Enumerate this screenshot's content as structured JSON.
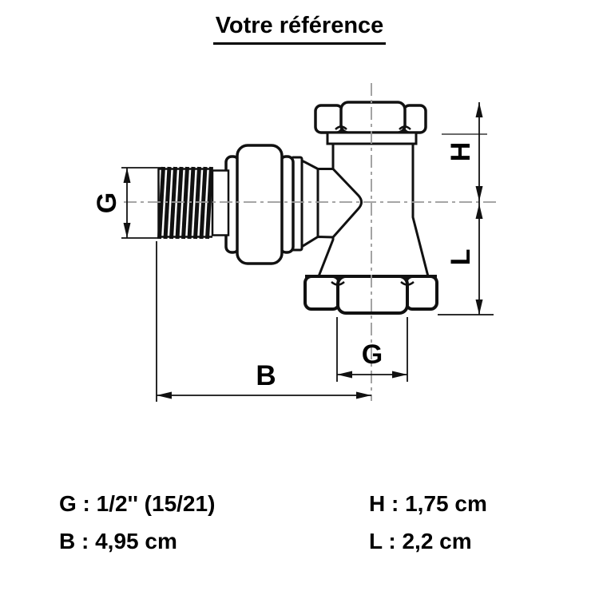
{
  "title": "Votre référence",
  "diagram": {
    "labels": {
      "g_left": "G",
      "h": "H",
      "l": "L",
      "b": "B",
      "g_bottom": "G"
    }
  },
  "specs": {
    "left": [
      "G : 1/2'' (15/21)",
      "B : 4,95 cm"
    ],
    "right": [
      "H : 1,75 cm",
      "L : 2,2 cm"
    ]
  },
  "colors": {
    "line": "#111111",
    "centerline": "#999999",
    "background": "#ffffff",
    "text": "#000000"
  }
}
